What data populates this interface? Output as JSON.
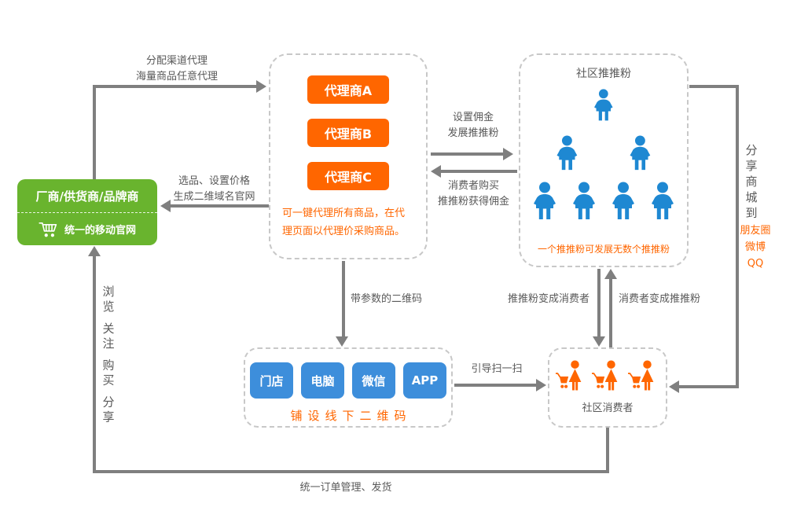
{
  "colors": {
    "green": "#69b42e",
    "orange": "#ff6600",
    "blue-btn": "#3d8edb",
    "blue-icon": "#1e88d2",
    "arrow": "#7f7f7f",
    "text-gray": "#595959",
    "border-gray": "#c8c8c8"
  },
  "manufacturer": {
    "title": "厂商/供货商/品牌商",
    "subtitle": "统一的移动官网"
  },
  "agents": {
    "buttons": [
      "代理商A",
      "代理商B",
      "代理商C"
    ],
    "note": "可一键代理所有商品，在代理页面以代理价采购商品。"
  },
  "fans": {
    "title": "社区推推粉",
    "rows": [
      1,
      2,
      4
    ],
    "note": "一个推推粉可发展无数个推推粉"
  },
  "channels": {
    "buttons": [
      "门店",
      "电脑",
      "微信",
      "APP"
    ],
    "label": "铺设线下二维码"
  },
  "consumers": {
    "count": 3,
    "label": "社区消费者"
  },
  "labels": {
    "assign": "分配渠道代理\n海量商品任意代理",
    "select": "选品、设置价格\n生成二维域名官网",
    "commission": "设置佣金\n发展推推粉",
    "purchase": "消费者购买\n推推粉获得佣金",
    "share": "分享商城到",
    "share_targets": "朋友圈\n微博\nQQ",
    "browse": "浏览 关注 购买 分享",
    "qrcode": "带参数的二维码",
    "fan_to_consumer": "推推粉变成消费者",
    "consumer_to_fan": "消费者变成推推粉",
    "scan": "引导扫一扫",
    "order": "统一订单管理、发货"
  }
}
